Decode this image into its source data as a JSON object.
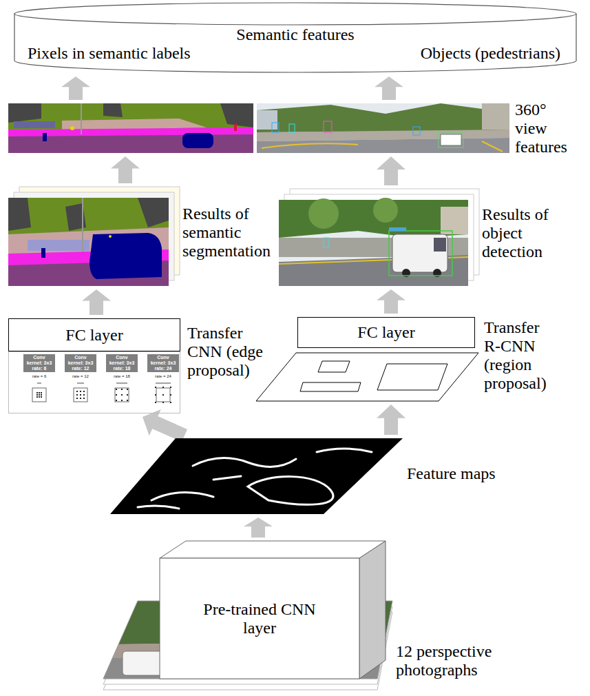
{
  "diagram": {
    "nodes": [
      {
        "text": [
          "Semantic features",
          "Pixels in semantic labels",
          "Objects (pedestrians)"
        ]
      },
      {
        "text": [
          "360° view features"
        ]
      },
      {
        "text": [
          "Results of semantic segmentation"
        ]
      },
      {
        "text": [
          "Results of object detection"
        ]
      },
      {
        "text": [
          "FC layer",
          "Transfer CNN (edge proposal)"
        ]
      },
      {
        "text": [
          "Conv kernel: 3x3 rate: 6"
        ],
        "in": 4
      },
      {
        "text": [
          "Conv kernel: 3x3 rate: 12"
        ],
        "in": 4
      },
      {
        "text": [
          "Conv kernel: 3x3 rate: 18"
        ],
        "in": 4
      },
      {
        "text": [
          "Conv kernel: 3x3 rate: 24"
        ],
        "in": 4
      },
      {
        "text": [
          "FC layer",
          "Transfer R-CNN (region proposal)"
        ]
      },
      {
        "text": [
          "Feature maps"
        ]
      },
      {
        "text": [
          "Pre-trained CNN layer"
        ]
      },
      {
        "text": [
          "12 perspective photographs"
        ]
      }
    ],
    "edges": [
      {
        "from": 1,
        "to": 0,
        "arrow": "to"
      },
      {
        "from": 1,
        "to": 0,
        "arrow": "to"
      },
      {
        "from": 2,
        "to": 1,
        "arrow": "to"
      },
      {
        "from": 3,
        "to": 1,
        "arrow": "to"
      },
      {
        "from": 4,
        "to": 2,
        "arrow": "to"
      },
      {
        "from": 9,
        "to": 3,
        "arrow": "to"
      },
      {
        "from": 10,
        "to": 4,
        "arrow": "to"
      },
      {
        "from": 10,
        "to": 9,
        "arrow": "to"
      },
      {
        "from": 11,
        "to": 10,
        "arrow": "to"
      }
    ],
    "labels": [
      "rate = 6",
      "rate = 12",
      "rate = 18",
      "rate = 24"
    ]
  }
}
